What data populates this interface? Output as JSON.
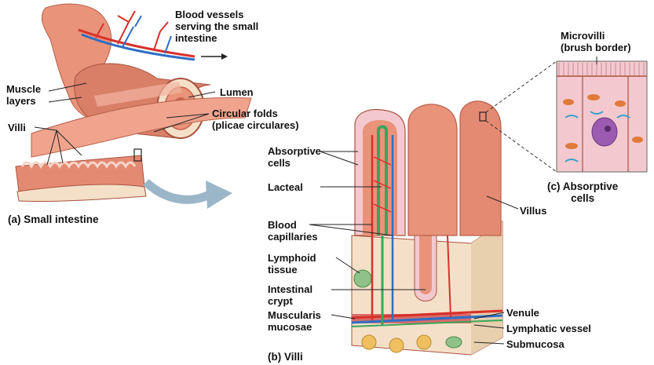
{
  "panel_a": {
    "caption": "(a) Small intestine",
    "labels": {
      "blood_vessels": "Blood vessels\nserving the small\nintestine",
      "muscle_layers": "Muscle\nlayers",
      "lumen": "Lumen",
      "circular_folds": "Circular folds\n(plicae circulares)",
      "villi": "Villi"
    }
  },
  "panel_b": {
    "caption": "(b) Villi",
    "labels": {
      "absorptive_cells": "Absorptive\ncells",
      "lacteal": "Lacteal",
      "blood_capillaries": "Blood\ncapillaries",
      "lymphoid_tissue": "Lymphoid\ntissue",
      "intestinal_crypt": "Intestinal\ncrypt",
      "muscularis_mucosae": "Muscularis\nmucosae",
      "villus": "Villus",
      "venule": "Venule",
      "lymphatic_vessel": "Lymphatic vessel",
      "submucosa": "Submucosa"
    }
  },
  "panel_c": {
    "caption": "(c) Absorptive\ncells",
    "labels": {
      "microvilli": "Microvilli\n(brush border)"
    }
  },
  "colors": {
    "tissue": "#e8937a",
    "tissue_dark": "#c9624d",
    "artery": "#d8312b",
    "vein": "#2f6fc4",
    "lacteal": "#3aa55a",
    "cell_pink": "#f3c9cf",
    "arrow": "#9bb6c8"
  }
}
